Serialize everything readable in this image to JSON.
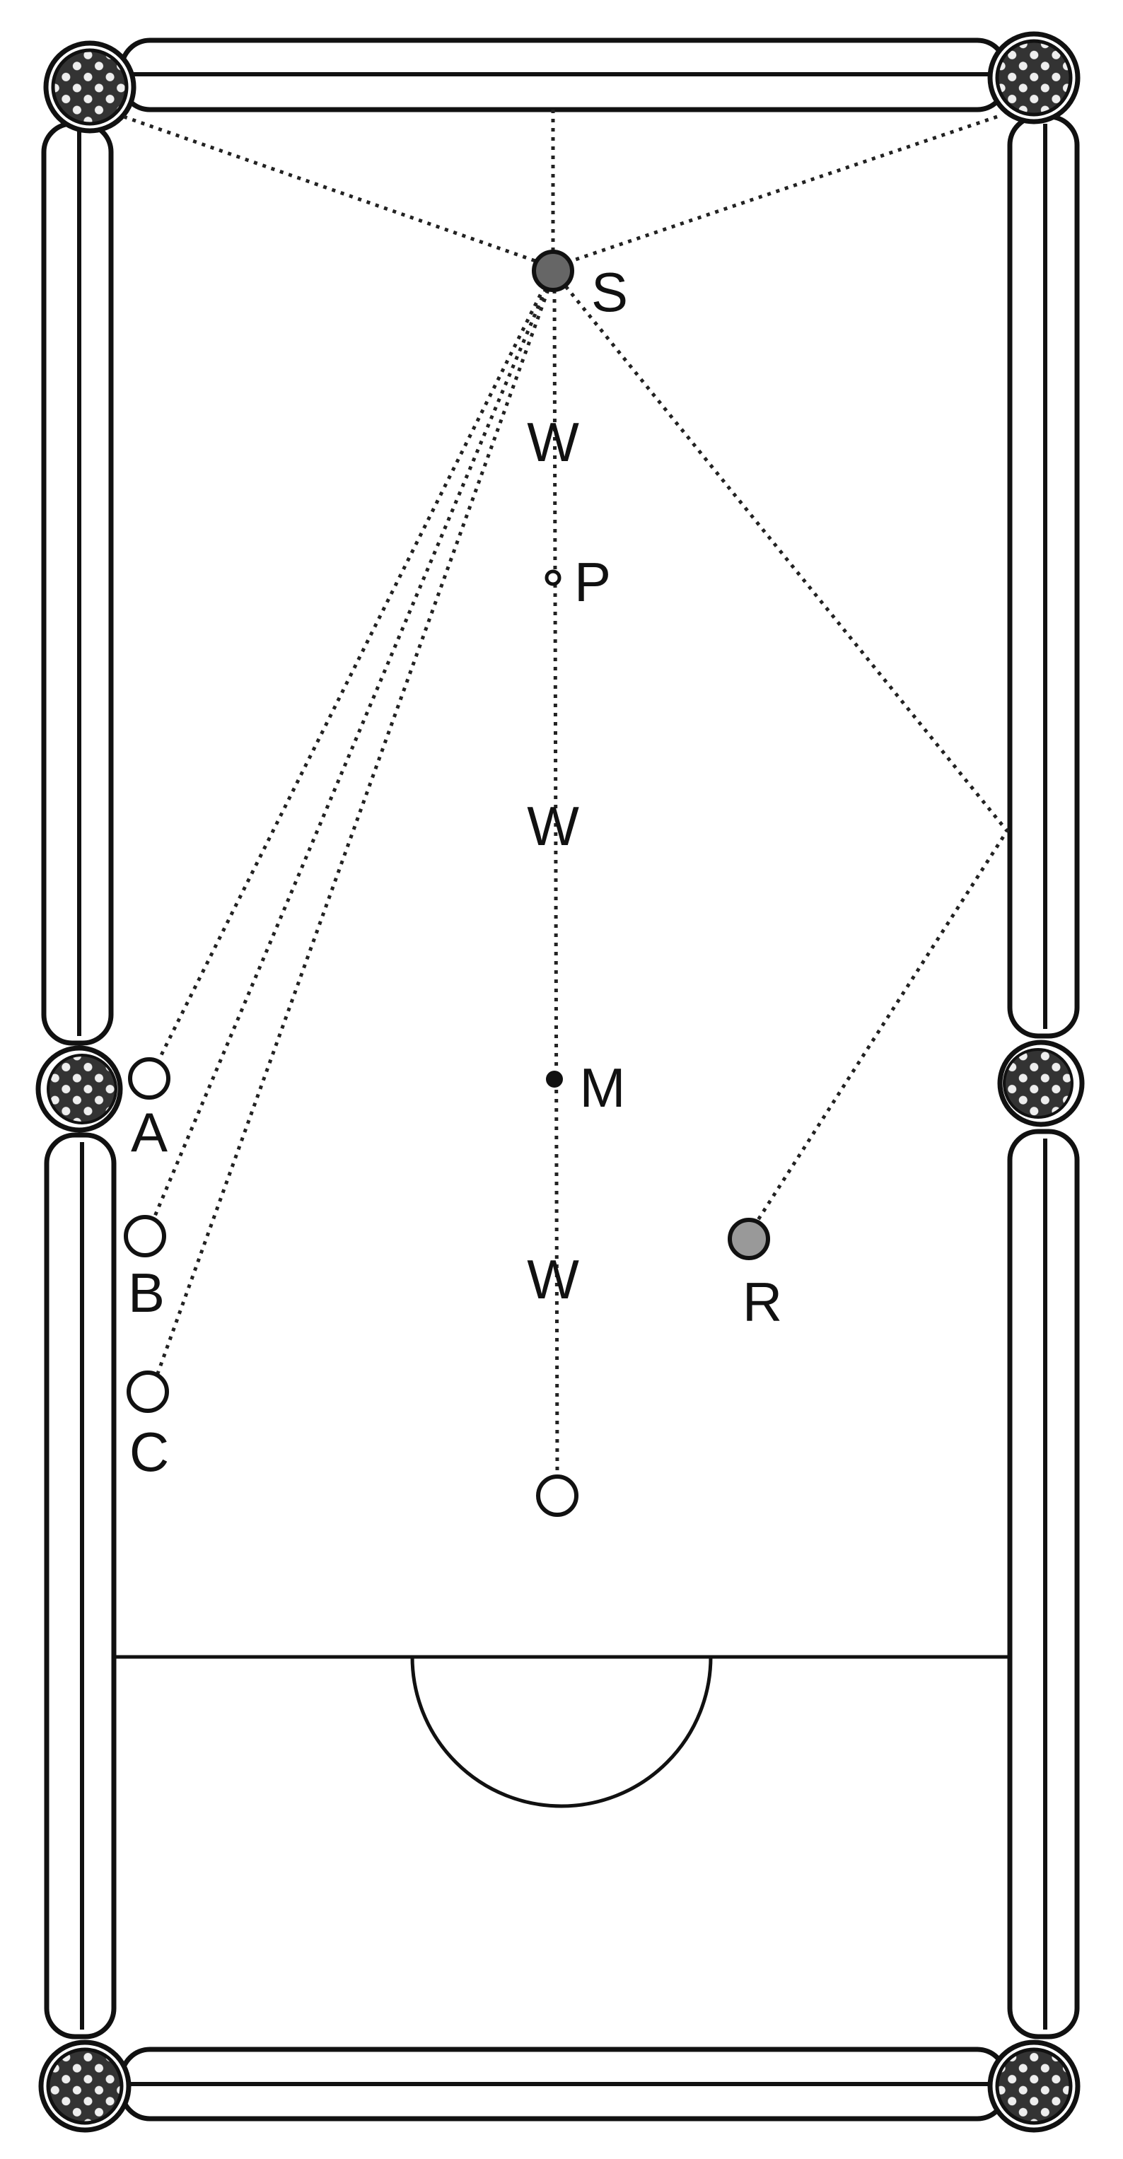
{
  "diagram": {
    "title": "Billiard table diagram",
    "labels": {
      "S": "S",
      "W1": "W",
      "W2": "W",
      "W3": "W",
      "P": "P",
      "M": "M",
      "A": "A",
      "B": "B",
      "C": "C",
      "R": "R"
    },
    "colors": {
      "ink": "#111111",
      "paper": "#ffffff"
    }
  }
}
